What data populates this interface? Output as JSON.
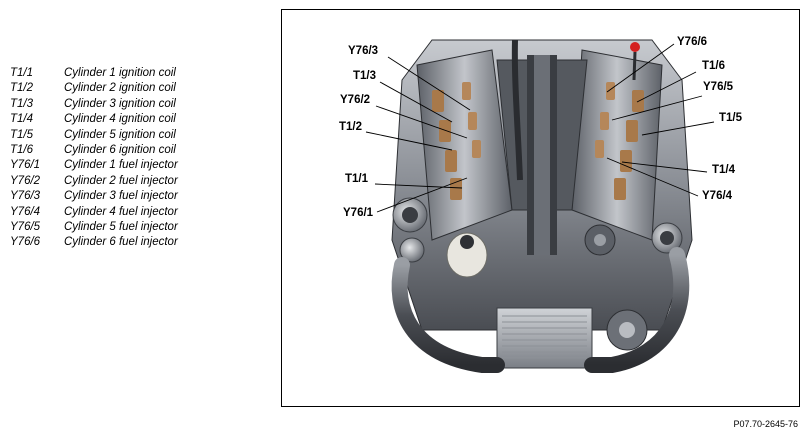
{
  "legend": {
    "items": [
      {
        "code": "T1/1",
        "desc": "Cylinder 1 ignition coil"
      },
      {
        "code": "T1/2",
        "desc": "Cylinder 2 ignition coil"
      },
      {
        "code": "T1/3",
        "desc": "Cylinder 3 ignition coil"
      },
      {
        "code": "T1/4",
        "desc": "Cylinder 4 ignition coil"
      },
      {
        "code": "T1/5",
        "desc": "Cylinder 5 ignition coil"
      },
      {
        "code": "T1/6",
        "desc": "Cylinder 6 ignition coil"
      },
      {
        "code": "Y76/1",
        "desc": "Cylinder 1 fuel injector"
      },
      {
        "code": "Y76/2",
        "desc": "Cylinder 2 fuel injector"
      },
      {
        "code": "Y76/3",
        "desc": "Cylinder 3 fuel injector"
      },
      {
        "code": "Y76/4",
        "desc": "Cylinder 4 fuel injector"
      },
      {
        "code": "Y76/5",
        "desc": "Cylinder 5 fuel injector"
      },
      {
        "code": "Y76/6",
        "desc": "Cylinder 6 fuel injector"
      }
    ]
  },
  "callouts": {
    "y76_3": "Y76/3",
    "t1_3": "T1/3",
    "y76_2": "Y76/2",
    "t1_2": "T1/2",
    "t1_1": "T1/1",
    "y76_1": "Y76/1",
    "y76_6": "Y76/6",
    "t1_6": "T1/6",
    "y76_5": "Y76/5",
    "t1_5": "T1/5",
    "t1_4": "T1/4",
    "y76_4": "Y76/4"
  },
  "figure_ref": "P07.70-2645-76",
  "colors": {
    "engine_dark": "#3a3d42",
    "engine_mid": "#7d8188",
    "engine_light": "#b9bcc1",
    "copper": "#a8794a",
    "highlight_red": "#d42020"
  }
}
